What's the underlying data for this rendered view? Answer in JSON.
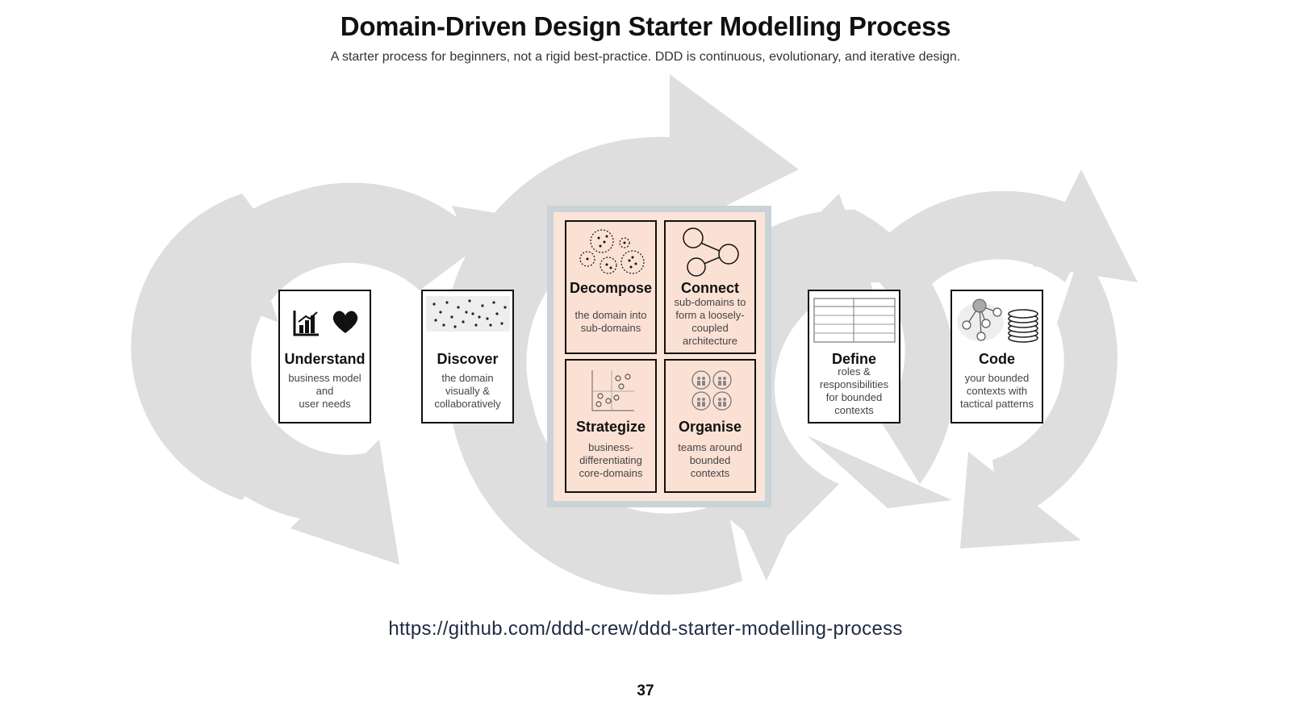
{
  "header": {
    "title": "Domain-Driven Design Starter Modelling Process",
    "subtitle": "A starter process for beginners, not a rigid best-practice. DDD is continuous, evolutionary, and iterative design."
  },
  "steps": {
    "understand": {
      "name": "Understand",
      "desc_lines": [
        "business model",
        "and",
        "user needs"
      ]
    },
    "discover": {
      "name": "Discover",
      "desc_lines": [
        "the domain",
        "visually &",
        "collaboratively"
      ]
    },
    "decompose": {
      "name": "Decompose",
      "desc_lines": [
        "the domain into",
        "sub-domains"
      ]
    },
    "connect": {
      "name": "Connect",
      "desc_lines": [
        "sub-domains to",
        "form a loosely-",
        "coupled",
        "architecture"
      ]
    },
    "strategize": {
      "name": "Strategize",
      "desc_lines": [
        "business-",
        "differentiating",
        "core-domains"
      ]
    },
    "organise": {
      "name": "Organise",
      "desc_lines": [
        "teams around",
        "bounded",
        "contexts"
      ]
    },
    "define": {
      "name": "Define",
      "desc_lines": [
        "roles &",
        "responsibilities",
        "for bounded",
        "contexts"
      ]
    },
    "code": {
      "name": "Code",
      "desc_lines": [
        "your bounded",
        "contexts with",
        "tactical patterns"
      ]
    }
  },
  "footer": {
    "url": "https://github.com/ddd-crew/ddd-starter-modelling-process",
    "page_number": "37"
  },
  "colors": {
    "arrow_gray": "#dcdcdc",
    "center_fill": "#fbe1d4",
    "center_frame": "#c9d3d8",
    "url_color": "#1f2a44"
  },
  "icons": [
    "bar-chart-icon",
    "heart-icon",
    "sticky-dots-icon",
    "bubbles-icon",
    "connected-nodes-icon",
    "scatter-plot-icon",
    "team-icon",
    "table-icon",
    "network-icon",
    "database-icon"
  ]
}
